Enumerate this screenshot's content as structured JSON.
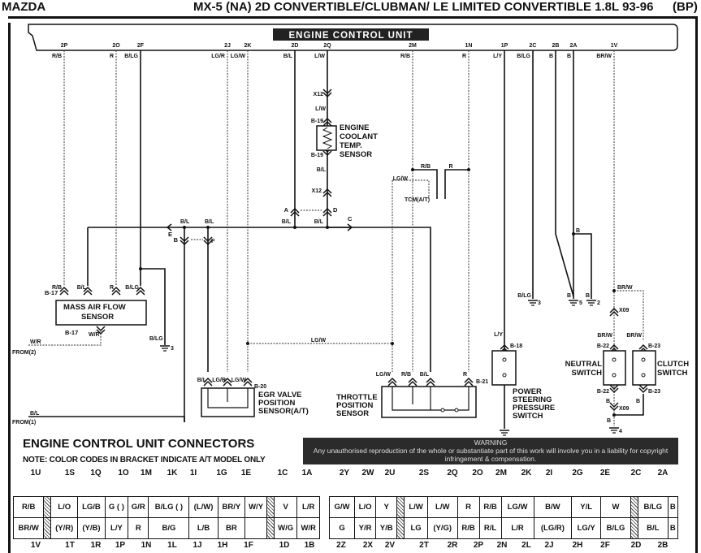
{
  "header": {
    "brand": "MAZDA",
    "title": "MX-5 (NA) 2D CONVERTIBLE/CLUBMAN/ LE LIMITED CONVERTIBLE 1.8L 93-96",
    "engine_code": "(BP)"
  },
  "ecu": {
    "label": "ENGINE CONTROL UNIT",
    "pins": [
      {
        "pin": "2P",
        "wire": "R/B"
      },
      {
        "pin": "2O",
        "wire": "R"
      },
      {
        "pin": "2F",
        "wire": "B/LG"
      },
      {
        "pin": "2J",
        "wire": "LG/R"
      },
      {
        "pin": "2K",
        "wire": "LG/W"
      },
      {
        "pin": "2D",
        "wire": "B/L"
      },
      {
        "pin": "2Q",
        "wire": "L/W"
      },
      {
        "pin": "2M",
        "wire": "R/B"
      },
      {
        "pin": "1N",
        "wire": "R"
      },
      {
        "pin": "1P",
        "wire": "L/Y"
      },
      {
        "pin": "2C",
        "wire": "B/LG"
      },
      {
        "pin": "2B",
        "wire": "B"
      },
      {
        "pin": "2A",
        "wire": "B"
      },
      {
        "pin": "1V",
        "wire": "BR/W"
      }
    ]
  },
  "components": {
    "maf": {
      "name_line1": "MASS AIR FLOW",
      "name_line2": "SENSOR",
      "connector": "B-17",
      "wires": [
        "R/B",
        "B/L",
        "R",
        "B/LG"
      ],
      "out_wire": "W/R",
      "from": "FROM(2)"
    },
    "ect": {
      "name": [
        "ENGINE",
        "COOLANT",
        "TEMP.",
        "SENSOR"
      ],
      "connector": "B-19",
      "joint": "X12",
      "wire_top": "L/W",
      "wire_bottom": "B/L"
    },
    "egr": {
      "name": [
        "EGR VALVE",
        "POSITION",
        "SENSOR(A/T)"
      ],
      "connector": "B-20",
      "wires": [
        "B/L",
        "LG/R",
        "LG/W"
      ]
    },
    "tps": {
      "name": [
        "THROTTLE",
        "POSITION",
        "SENSOR"
      ],
      "connector": "B-21",
      "wires": [
        "LG/W",
        "R/B",
        "B/L",
        "R"
      ]
    },
    "pss": {
      "name": [
        "POWER",
        "STEERING",
        "PRESSURE",
        "SWITCH"
      ],
      "connector": "B-18",
      "wire": "L/Y"
    },
    "neutral": {
      "name": [
        "NEUTRAL",
        "SWITCH"
      ],
      "connector": "B-22",
      "wire": "BR/W",
      "ground_wire": "B"
    },
    "clutch": {
      "name": [
        "CLUTCH",
        "SWITCH"
      ],
      "connector": "B-23",
      "wire": "BR/W",
      "ground_wire": "B"
    },
    "tcm": {
      "name": "TCM(A/T)",
      "wires": [
        "LG/W",
        "R/B",
        "R"
      ]
    },
    "joint_x09": "X09",
    "from1": {
      "label": "FROM(1)",
      "wire": "B/L"
    },
    "junctions": {
      "a": "A",
      "b": "B",
      "c": "C",
      "d": "D",
      "e": "E",
      "f": "F"
    },
    "grounds": {
      "g3": "3",
      "g5": "5",
      "g2": "2",
      "g4": "4"
    },
    "misc_wires": {
      "bl": "B/L",
      "lgw": "LG/W",
      "blg": "B/LG",
      "b": "B",
      "brw": "BR/W",
      "x12": "X12"
    }
  },
  "connectors": {
    "title": "ENGINE CONTROL UNIT CONNECTORS",
    "note": "NOTE: COLOR CODES IN BRACKET INDICATE A/T MODEL ONLY",
    "warning_title": "WARNING",
    "warning_text": "Any unauthorised reproduction of the whole or substantiate part of this work will involve you in a liability for copyright infringement & compensation.",
    "c1": {
      "top_pins": [
        "1U",
        "1S",
        "1Q",
        "1O",
        "1M",
        "1K",
        "1I",
        "1G",
        "1E",
        "1C",
        "1A"
      ],
      "row1": [
        "R/B",
        "",
        "L/O",
        "LG/B",
        "G ( )",
        "G/R",
        "B/LG ( )",
        "(L/W)",
        "BR/Y",
        "W/Y",
        "",
        "V",
        "L/R"
      ],
      "row2": [
        "BR/W",
        "",
        "(Y/R)",
        "(Y/B)",
        "L/Y",
        "R",
        "B/G",
        "L/B",
        "BR",
        "",
        "",
        "W/G",
        "W/R"
      ],
      "bottom_pins": [
        "1V",
        "1T",
        "1R",
        "1P",
        "1N",
        "1L",
        "1J",
        "1H",
        "1F",
        "1D",
        "1B"
      ]
    },
    "c2": {
      "top_pins": [
        "2Y",
        "2W",
        "2U",
        "2S",
        "2Q",
        "2O",
        "2M",
        "2K",
        "2I",
        "2G",
        "2E",
        "2C",
        "2A"
      ],
      "row1": [
        "G/W",
        "L/O",
        "Y",
        "",
        "L/W",
        "L/W",
        "R",
        "R/B",
        "LG/W",
        "B/W",
        "Y/L",
        "W",
        "",
        "B/LG",
        "B"
      ],
      "row2": [
        "G",
        "Y/R",
        "Y/B",
        "",
        "LG",
        "(Y/G)",
        "R/B",
        "R/L",
        "L/R",
        "(LG/R)",
        "LG/Y",
        "B/LG",
        "",
        "B/L",
        "B"
      ],
      "bottom_pins": [
        "2Z",
        "2X",
        "2V",
        "2T",
        "2R",
        "2P",
        "2N",
        "2L",
        "2J",
        "2H",
        "2F",
        "2D",
        "2B"
      ]
    }
  }
}
